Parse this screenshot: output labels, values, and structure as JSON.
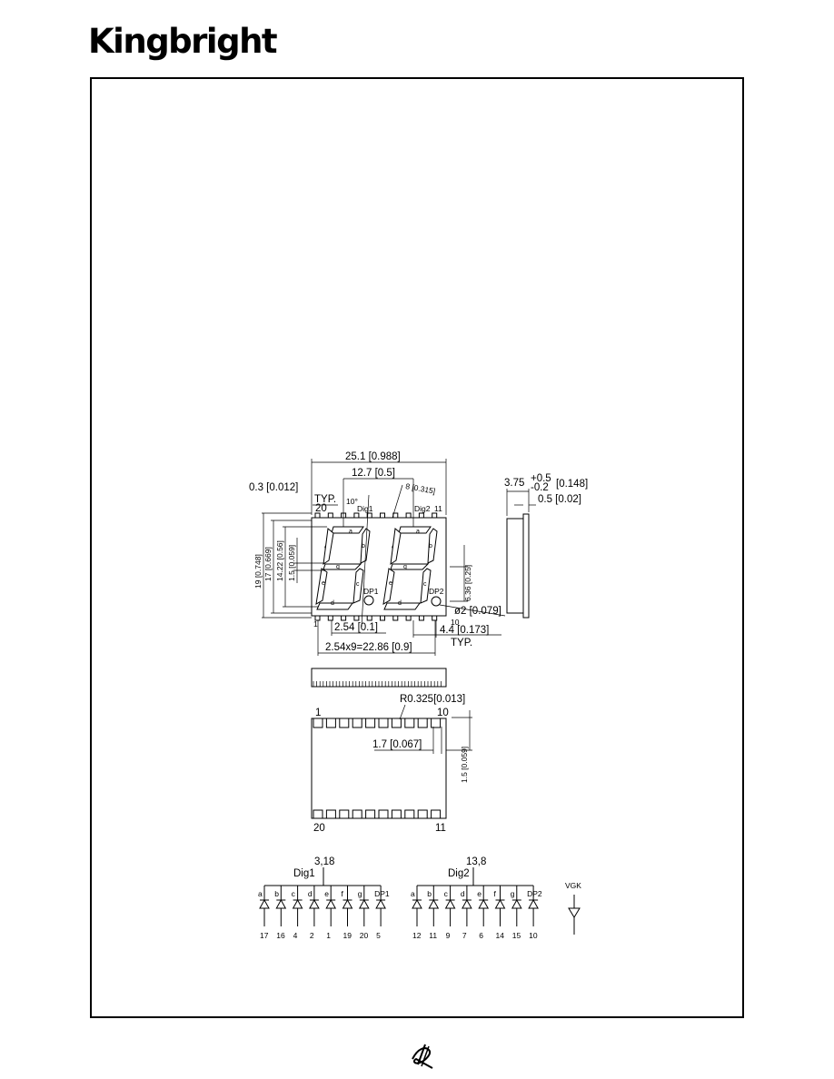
{
  "brand": {
    "logo_text": "Kingbright"
  },
  "front_view": {
    "width": "25.1 [0.988]",
    "digit_pitch": "12.7 [0.5]",
    "pin_width": "0.3 [0.012]",
    "typ_label": "TYP.",
    "pin_20": "20",
    "angle": "10°",
    "dig1": "Dig1",
    "dig2": "Dig2",
    "dig2_pins": "11",
    "slant_dim": "8 [0.315]",
    "height_total": "19 [0.748]",
    "height_body": "17 [0.669]",
    "digit_height": "14.22 [0.56]",
    "seg_width": "1.5 [0.059]",
    "right_dim": "6.36 [0.25]",
    "dp_diameter": "ø2 [0.079]",
    "dp1": "DP1",
    "dp2": "DP2",
    "pin_1": "1",
    "pin_10": "10",
    "pin_pitch": "2.54 [0.1]",
    "dp_offset": "4.4 [0.173]",
    "typ_label_2": "TYP.",
    "pin_span": "2.54x9=22.86 [0.9]",
    "segment_labels": [
      "a",
      "b",
      "c",
      "d",
      "e",
      "f",
      "g"
    ]
  },
  "side_view": {
    "depth": "3.75",
    "tol_plus": "+0.5",
    "tol_minus": "-0.2",
    "depth_in": "[0.148]",
    "pin_len": "0.5 [0.02]"
  },
  "bottom_view": {
    "radius": "R0.325[0.013]",
    "pin_1": "1",
    "pin_10": "10",
    "pad_width": "1.7 [0.067]",
    "pad_len": "1.5 [0.059]",
    "pin_20": "20",
    "pin_11": "11"
  },
  "circuit": {
    "dig1": {
      "label": "Dig1",
      "common": "3,18",
      "segments": [
        "a",
        "b",
        "c",
        "d",
        "e",
        "f",
        "g",
        "DP1"
      ],
      "pins": [
        "17",
        "16",
        "4",
        "2",
        "1",
        "19",
        "20",
        "5"
      ]
    },
    "dig2": {
      "label": "Dig2",
      "common": "13,8",
      "segments": [
        "a",
        "b",
        "c",
        "d",
        "e",
        "f",
        "g",
        "DP2"
      ],
      "pins": [
        "12",
        "11",
        "9",
        "7",
        "6",
        "14",
        "15",
        "10"
      ]
    },
    "vgk": "VGK"
  },
  "footer_icon": "pen-signature-icon"
}
